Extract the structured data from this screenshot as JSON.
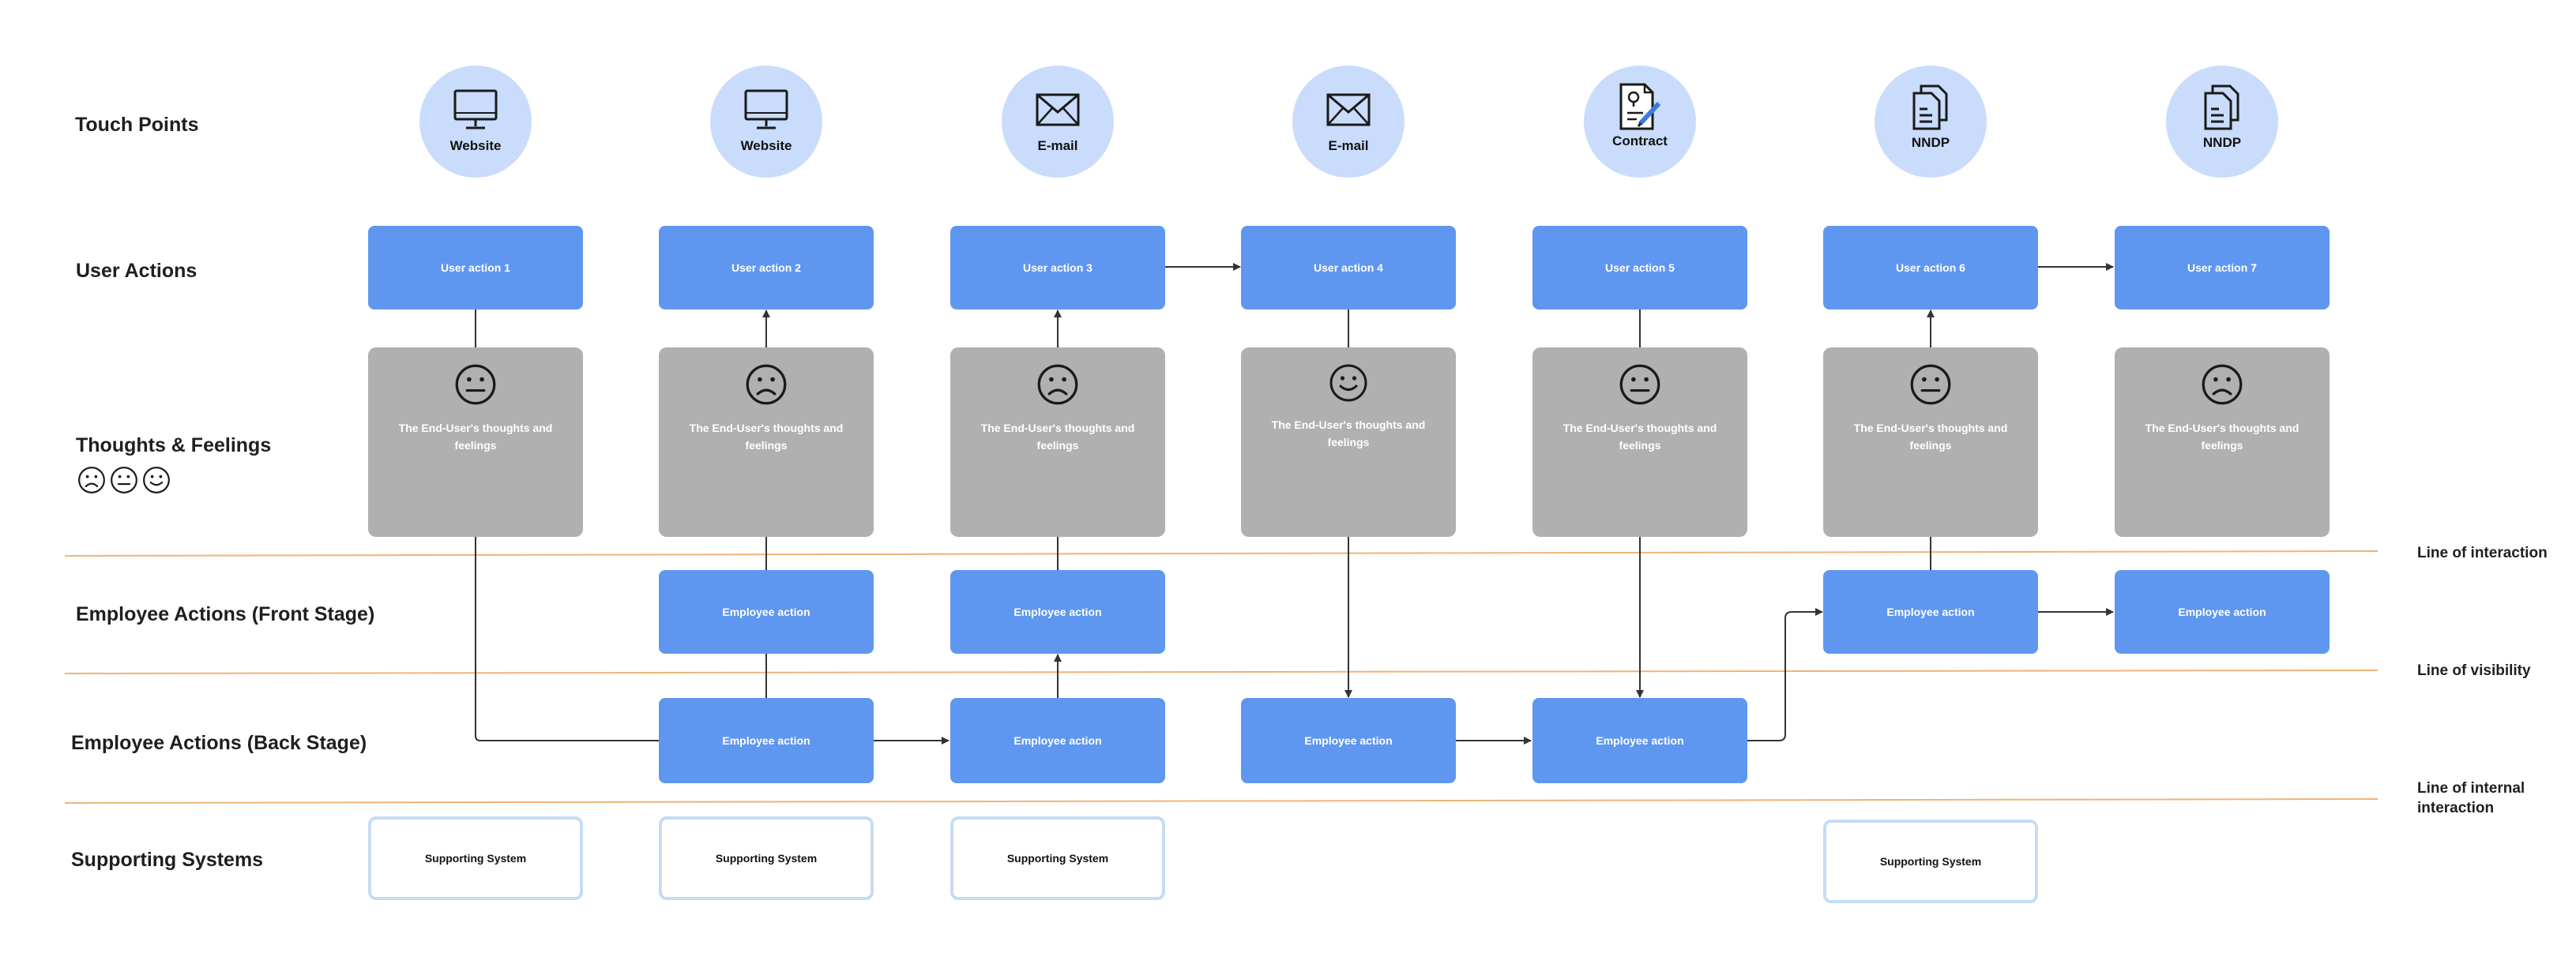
{
  "rows": {
    "touch_points": "Touch Points",
    "user_actions": "User Actions",
    "thoughts": "Thoughts & Feelings",
    "front_stage": "Employee Actions (Front Stage)",
    "back_stage": "Employee Actions (Back Stage)",
    "supporting": "Supporting Systems"
  },
  "lines": {
    "interaction": "Line of interaction",
    "visibility": "Line of visibility",
    "internal": "Line of internal interaction"
  },
  "touch_points": [
    {
      "label": "Website",
      "icon": "monitor-icon"
    },
    {
      "label": "Website",
      "icon": "monitor-icon"
    },
    {
      "label": "E-mail",
      "icon": "envelope-icon"
    },
    {
      "label": "E-mail",
      "icon": "envelope-icon"
    },
    {
      "label": "Contract",
      "icon": "contract-icon"
    },
    {
      "label": "NNDP",
      "icon": "documents-icon"
    },
    {
      "label": "NNDP",
      "icon": "documents-icon"
    }
  ],
  "user_actions": [
    "User action 1",
    "User action 2",
    "User action 3",
    "User action 4",
    "User action 5",
    "User action 6",
    "User action 7"
  ],
  "thoughts": [
    {
      "text": "The End-User's thoughts and feelings",
      "mood": "neutral"
    },
    {
      "text": "The End-User's thoughts and feelings",
      "mood": "sad"
    },
    {
      "text": "The End-User's thoughts and feelings",
      "mood": "sad"
    },
    {
      "text": "The End-User's thoughts and feelings",
      "mood": "happy"
    },
    {
      "text": "The End-User's thoughts and feelings",
      "mood": "neutral"
    },
    {
      "text": "The End-User's thoughts and feelings",
      "mood": "neutral"
    },
    {
      "text": "The End-User's thoughts and feelings",
      "mood": "sad"
    }
  ],
  "front_stage": {
    "label": "Employee action"
  },
  "back_stage": {
    "label": "Employee action"
  },
  "supporting": {
    "label": "Supporting System"
  },
  "colors": {
    "accent": "#5f97f0",
    "circle": "#c9dcfb",
    "gray": "#b0b0b0",
    "line": "#f0b37a",
    "border": "#c6dcf3"
  }
}
